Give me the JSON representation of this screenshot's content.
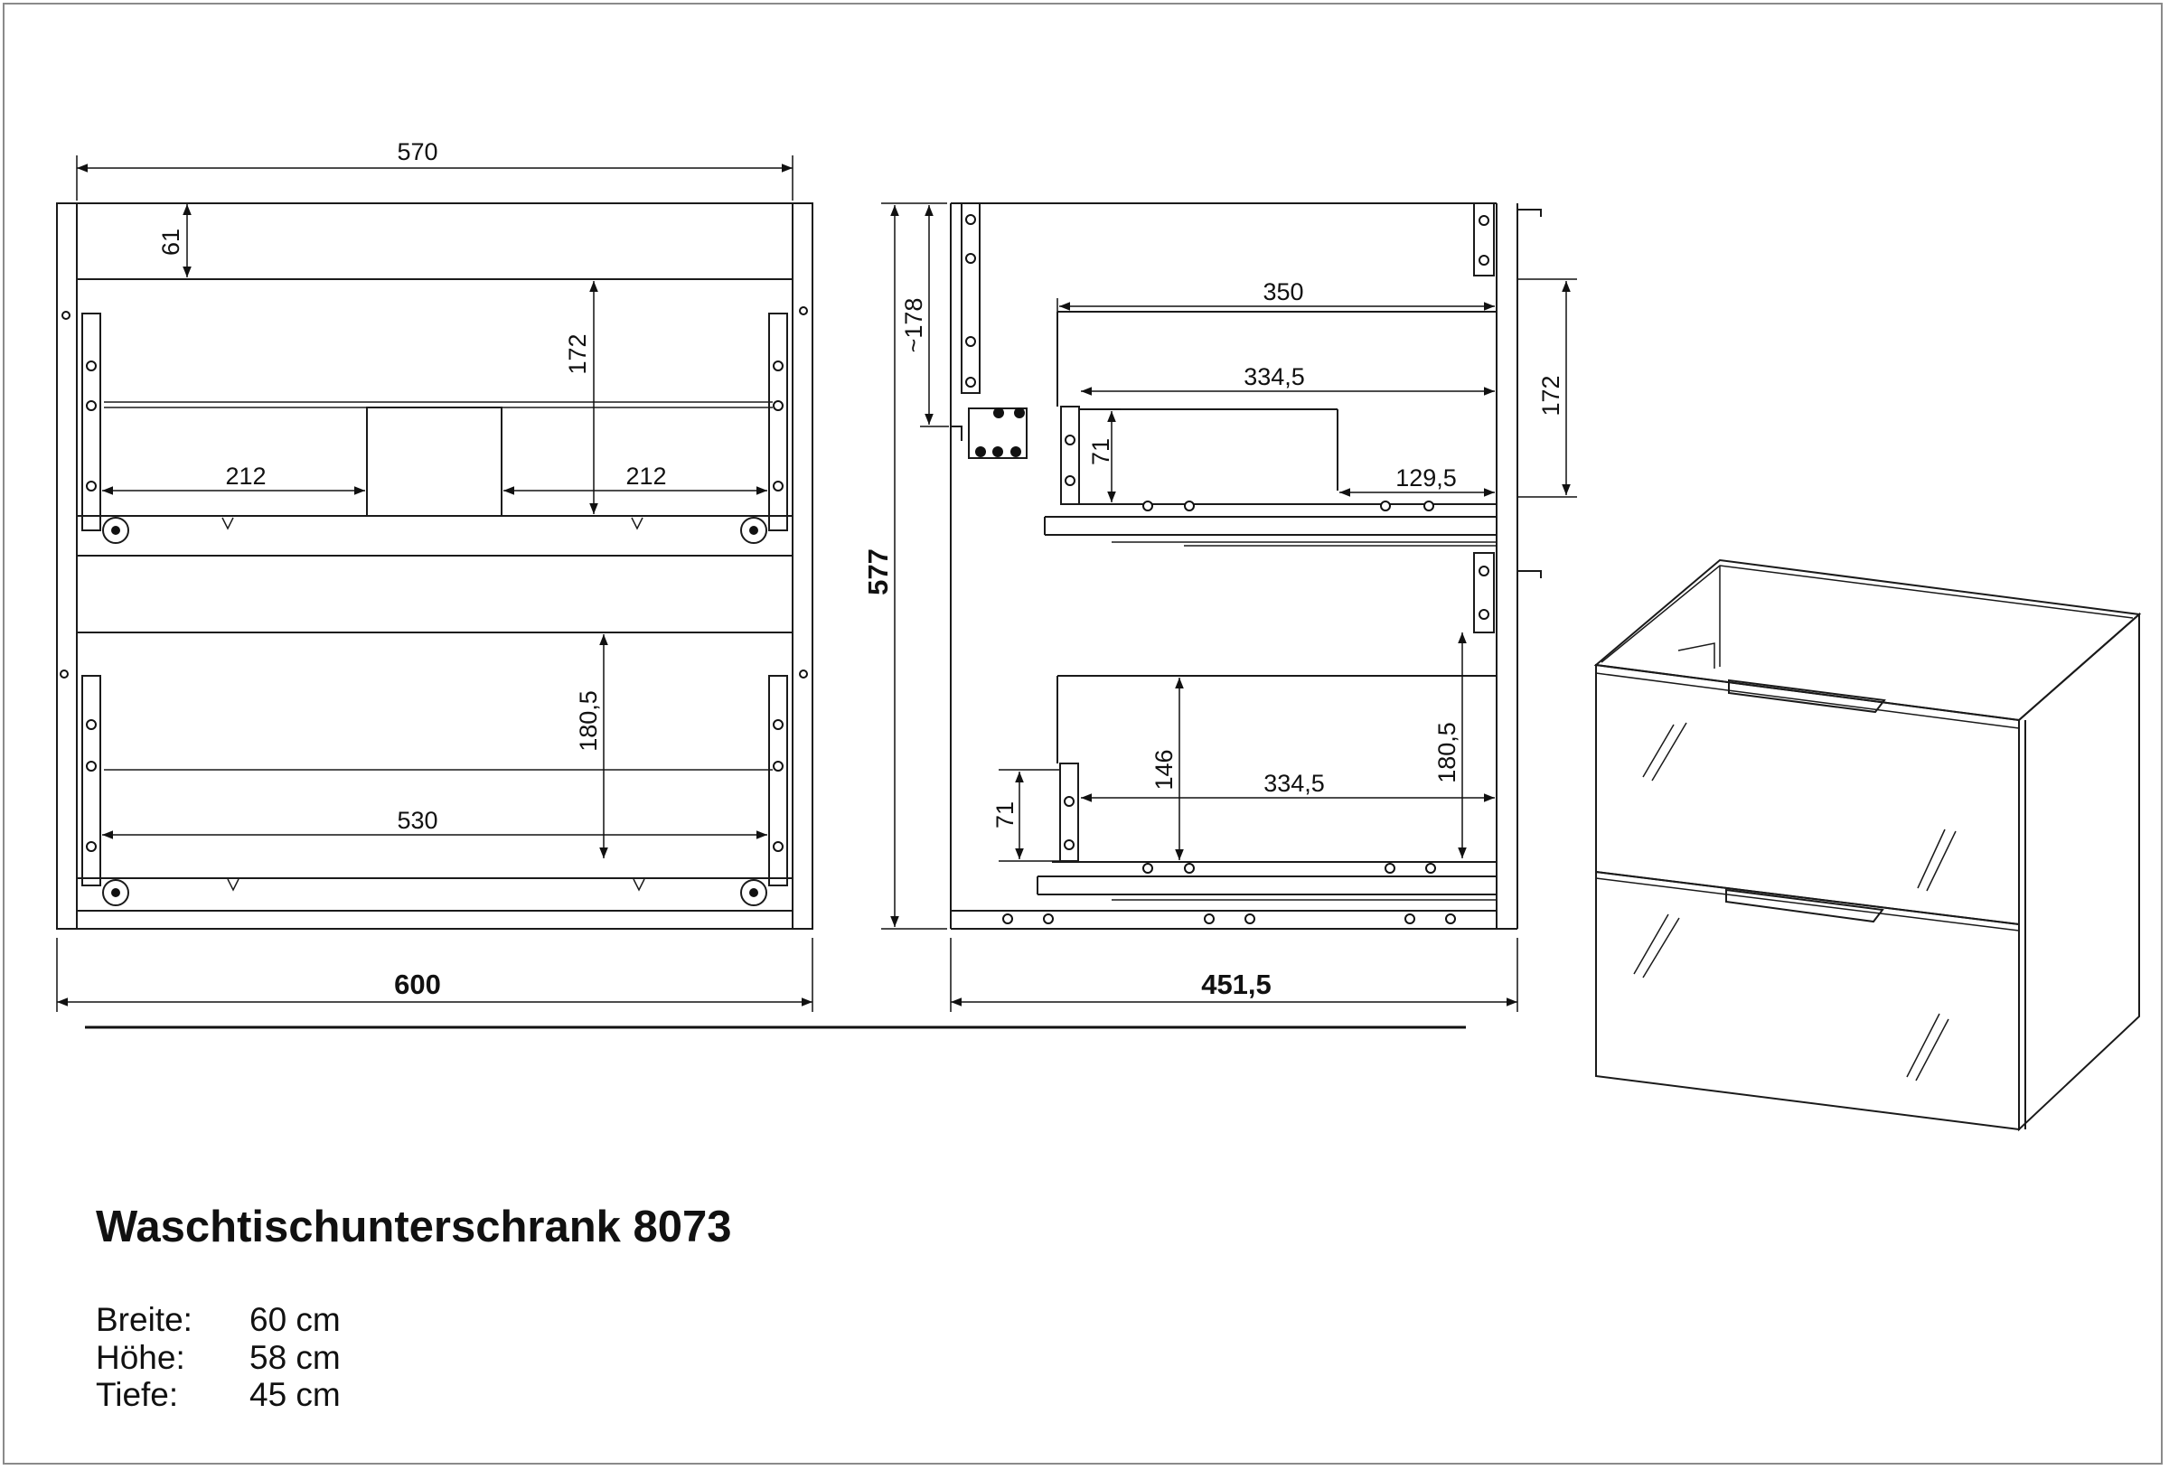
{
  "title": "Waschtischunterschrank 8073",
  "specs": [
    {
      "label": "Breite:",
      "value": "60 cm"
    },
    {
      "label": "Höhe:",
      "value": "58 cm"
    },
    {
      "label": "Tiefe:",
      "value": "45 cm"
    }
  ],
  "front_view": {
    "top_inner_width": "570",
    "top_rail": "61",
    "upper_drawer_height": "172",
    "upper_left_width": "212",
    "upper_right_width": "212",
    "lower_drawer_height": "180,5",
    "lower_drawer_width": "530",
    "overall_width": "600"
  },
  "side_view": {
    "overall_height": "577",
    "top_to_hinge": "~178",
    "upper_drawer_depth": "350",
    "upper_inner_depth": "334,5",
    "upper_front_height": "71",
    "upper_cutout": "129,5",
    "upper_drawer_height": "172",
    "lower_inner_depth": "334,5",
    "lower_drawer_height": "146",
    "lower_front_height": "71",
    "lower_height": "180,5",
    "overall_depth": "451,5"
  },
  "colors": {
    "line": "#1a1a1a",
    "frame": "#8a8a8a",
    "background": "#ffffff"
  }
}
